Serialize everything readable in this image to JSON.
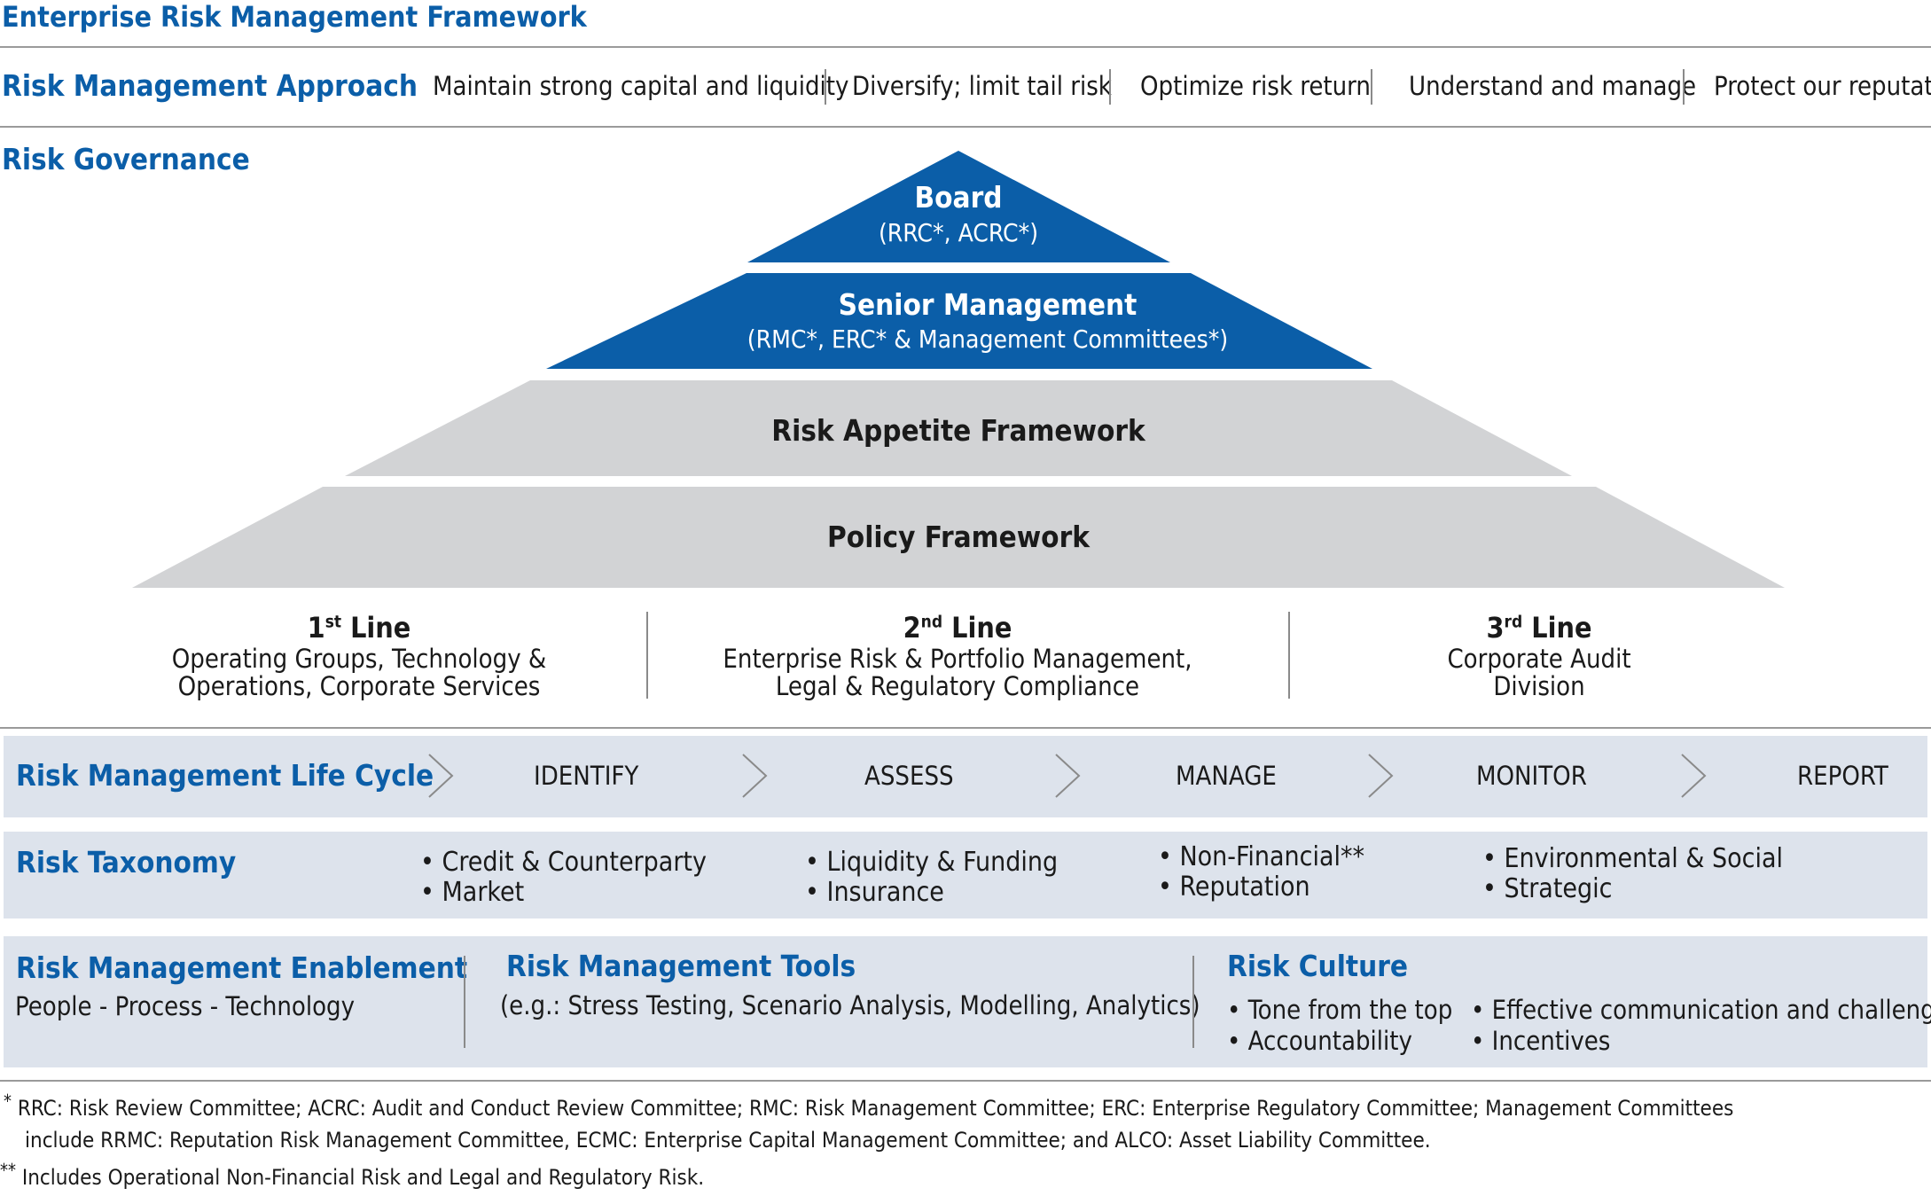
{
  "title": "Enterprise Risk Management Framework",
  "approach": {
    "label": "Risk Management Approach",
    "items": [
      "Maintain strong capital and liquidity",
      "Diversify; limit tail risk",
      "Optimize risk return",
      "Understand and manage",
      "Protect our reputation"
    ]
  },
  "governance": {
    "label": "Risk Governance",
    "board": {
      "title": "Board",
      "sub": "(RRC*, ACRC*)"
    },
    "senior": {
      "title": "Senior Management",
      "sub": "(RMC*, ERC* & Management Committees*)"
    },
    "appetite": "Risk Appetite Framework",
    "policy": "Policy Framework",
    "lines": [
      {
        "num": "1",
        "suffix": "st",
        "word": "Line",
        "l1": "Operating Groups, Technology &",
        "l2": "Operations, Corporate Services"
      },
      {
        "num": "2",
        "suffix": "nd",
        "word": "Line",
        "l1": "Enterprise Risk & Portfolio Management,",
        "l2": "Legal & Regulatory Compliance"
      },
      {
        "num": "3",
        "suffix": "rd",
        "word": "Line",
        "l1": "Corporate Audit",
        "l2": "Division"
      }
    ]
  },
  "lifecycle": {
    "label": "Risk Management Life Cycle",
    "steps": [
      "IDENTIFY",
      "ASSESS",
      "MANAGE",
      "MONITOR",
      "REPORT"
    ]
  },
  "taxonomy": {
    "label": "Risk Taxonomy",
    "col1": [
      "• Credit & Counterparty",
      "• Market"
    ],
    "col2": [
      "• Liquidity & Funding",
      "• Insurance"
    ],
    "col3": [
      "• Non-Financial**",
      "• Reputation"
    ],
    "col4": [
      "•  Environmental & Social",
      "•  Strategic"
    ]
  },
  "enablement": {
    "label": "Risk Management Enablement",
    "sub": "People - Process - Technology",
    "tools_label": "Risk Management Tools",
    "tools_sub": "(e.g.: Stress Testing, Scenario Analysis, Modelling, Analytics)",
    "culture_label": "Risk Culture",
    "culture_col1": [
      "• Tone from the top",
      "• Accountability"
    ],
    "culture_col2": [
      "• Effective communication and challenge",
      "• Incentives"
    ]
  },
  "footnotes": {
    "f1_mark": "*",
    "f1_line1": "RRC: Risk Review Committee; ACRC: Audit and Conduct Review Committee; RMC: Risk Management Committee; ERC: Enterprise Regulatory Committee; Management Committees",
    "f1_line2": "include RRMC: Reputation Risk Management Committee, ECMC: Enterprise Capital Management Committee; and ALCO: Asset Liability Committee.",
    "f2_mark": "**",
    "f2_line": "Includes Operational Non-Financial Risk and Legal and Regulatory Risk."
  },
  "colors": {
    "brand_blue": "#0b5ea8",
    "grey_band": "#dde3ec",
    "pyramid_grey": "#d2d3d5"
  }
}
